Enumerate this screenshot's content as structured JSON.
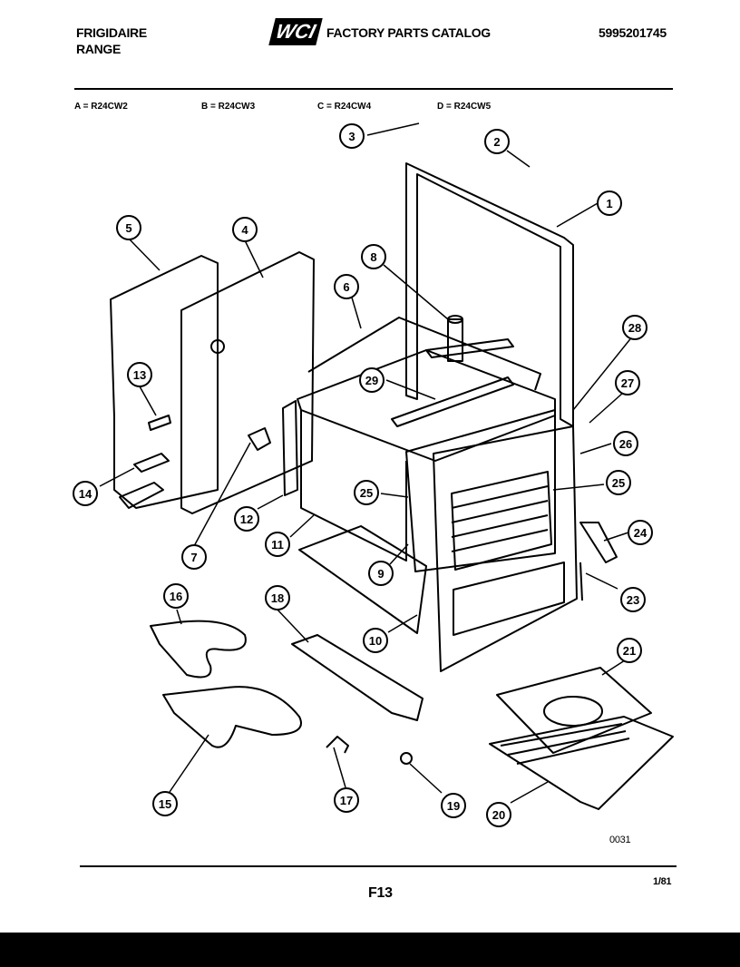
{
  "header": {
    "brand": "FRIGIDAIRE",
    "product": "RANGE",
    "logo_text": "WCI",
    "catalog_title": "FACTORY PARTS CATALOG",
    "catalog_number": "5995201745"
  },
  "models": [
    {
      "label": "A = R24CW2"
    },
    {
      "label": "B = R24CW3"
    },
    {
      "label": "C = R24CW4"
    },
    {
      "label": "D = R24CW5"
    }
  ],
  "callouts": [
    "1",
    "2",
    "3",
    "4",
    "5",
    "6",
    "7",
    "8",
    "9",
    "10",
    "11",
    "12",
    "13",
    "14",
    "15",
    "16",
    "17",
    "18",
    "19",
    "20",
    "21",
    "23",
    "24",
    "25",
    "25",
    "26",
    "27",
    "28",
    "29"
  ],
  "footer": {
    "drawing_code": "0031",
    "page": "F13",
    "date": "1/81"
  }
}
